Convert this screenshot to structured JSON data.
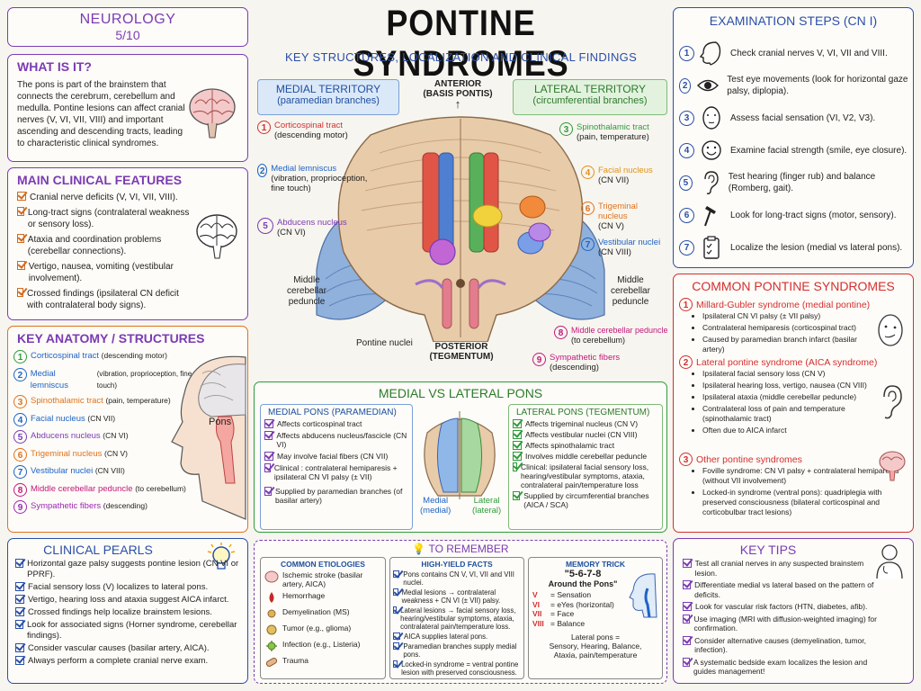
{
  "header": {
    "badge_line1": "NEUROLOGY",
    "badge_line2": "5/10",
    "title": "PONTINE SYNDROMES",
    "subtitle": "KEY STRUCTURES, LOCALIZATION AND CLINICAL FINDINGS"
  },
  "what_is_it": {
    "title": "WHAT IS IT?",
    "text": "The pons is part of the brainstem that connects the cerebrum, cerebellum and medulla. Pontine lesions can affect cranial nerves (V, VI, VII, VIII) and important ascending and descending tracts, leading to characteristic clinical syndromes."
  },
  "main_features": {
    "title": "MAIN CLINICAL FEATURES",
    "items": [
      "Cranial nerve deficits (V, VI, VII, VIII).",
      "Long-tract signs (contralateral weakness or sensory loss).",
      "Ataxia and coordination problems (cerebellar connections).",
      "Vertigo, nausea, vomiting (vestibular involvement).",
      "Crossed findings (ipsilateral CN deficit with contralateral body signs)."
    ]
  },
  "key_anatomy": {
    "title": "KEY ANATOMY / STRUCTURES",
    "pons_label": "Pons",
    "items": [
      {
        "n": "1",
        "name": "Corticospinal tract",
        "desc": "(descending motor)",
        "color": "#d32f2f"
      },
      {
        "n": "2",
        "name": "Medial lemniscus",
        "desc": "(vibration, proprioception, fine touch)",
        "color": "#1e63c6"
      },
      {
        "n": "3",
        "name": "Spinothalamic tract",
        "desc": "(pain, temperature)",
        "color": "#2e9b3c"
      },
      {
        "n": "4",
        "name": "Facial nucleus",
        "desc": "(CN VII)",
        "color": "#1e63c6"
      },
      {
        "n": "5",
        "name": "Abducens nucleus",
        "desc": "(CN VI)",
        "color": "#7b3bb4"
      },
      {
        "n": "6",
        "name": "Trigeminal nucleus",
        "desc": "(CN V)",
        "color": "#e0721c"
      },
      {
        "n": "7",
        "name": "Vestibular nuclei",
        "desc": "(CN VIII)",
        "color": "#1e63c6"
      },
      {
        "n": "8",
        "name": "Middle cerebellar peduncle",
        "desc": "(to cerebellum)",
        "color": "#c2187a"
      },
      {
        "n": "9",
        "name": "Sympathetic fibers",
        "desc": "(descending)",
        "color": "#9c27b0"
      }
    ]
  },
  "pons_figure": {
    "anterior": "ANTERIOR",
    "anterior_sub": "(BASIS PONTIS)",
    "posterior": "POSTERIOR",
    "posterior_sub": "(TEGMENTUM)",
    "medial_title": "MEDIAL TERRITORY",
    "medial_sub": "(paramedian branches)",
    "lateral_title": "LATERAL TERRITORY",
    "lateral_sub": "(circumferential branches)",
    "left_labels": [
      {
        "n": "1",
        "name": "Corticospinal tract",
        "desc": "(descending motor)",
        "color": "#d32f2f"
      },
      {
        "n": "2",
        "name": "Medial lemniscus",
        "desc": "(vibration, proprioception, fine touch)",
        "color": "#1e63c6"
      },
      {
        "n": "5",
        "name": "Abducens nucleus",
        "desc": "(CN VI)",
        "color": "#7b3bb4"
      }
    ],
    "right_labels": [
      {
        "n": "3",
        "name": "Spinothalamic tract",
        "desc": "(pain, temperature)",
        "color": "#2e9b3c"
      },
      {
        "n": "4",
        "name": "Facial nucleus",
        "desc": "(CN VII)",
        "color": "#e0921c"
      },
      {
        "n": "6",
        "name": "Trigeminal nucleus",
        "desc": "(CN V)",
        "color": "#e0721c"
      },
      {
        "n": "7",
        "name": "Vestibular nuclei",
        "desc": "(CN VIII)",
        "color": "#1e63c6"
      }
    ],
    "bottom_labels": [
      {
        "n": "8",
        "name": "Middle cerebellar peduncle",
        "desc": "(to cerebellum)",
        "color": "#c2187a"
      },
      {
        "n": "9",
        "name": "Sympathetic fibers",
        "desc": "(descending)",
        "color": "#c2187a"
      }
    ],
    "mcp_left": "Middle cerebellar peduncle",
    "mcp_right": "Middle cerebellar peduncle",
    "pontine_nuclei": "Pontine nuclei"
  },
  "medial_vs_lateral": {
    "title": "MEDIAL VS LATERAL PONS",
    "medial_title": "MEDIAL PONS (PARAMEDIAN)",
    "medial_items": [
      "Affects corticospinal tract",
      "Affects abducens nucleus/fascicle (CN VI)",
      "May involve facial fibers (CN VII)",
      "Clinical : contralateral hemiparesis + ipsilateral CN VI palsy (± VII)",
      "Supplied by paramedian branches (of basilar artery)"
    ],
    "lateral_title": "LATERAL PONS (TEGMENTUM)",
    "lateral_items": [
      "Affects trigeminal nucleus (CN V)",
      "Affects vestibular nuclei (CN VIII)",
      "Affects spinothalamic tract",
      "Involves middle cerebellar peduncle",
      "Clinical: ipsilateral facial sensory loss, hearing/vestibular symptoms, ataxia, contralateral pain/temperature loss",
      "Supplied by circumferential branches (AICA / SCA)"
    ],
    "medial_label": "Medial",
    "medial_label_sub": "(medial)",
    "lateral_label": "Lateral",
    "lateral_label_sub": "(lateral)"
  },
  "exam_steps": {
    "title": "EXAMINATION STEPS (CN I)",
    "items": [
      {
        "n": "1",
        "text": "Check cranial nerves V, VI, VII and VIII.",
        "icon": "head-profile-icon"
      },
      {
        "n": "2",
        "text": "Test eye movements (look for horizontal gaze palsy, diplopia).",
        "icon": "eye-icon"
      },
      {
        "n": "3",
        "text": "Assess facial sensation (VI, V2, V3).",
        "icon": "face-icon"
      },
      {
        "n": "4",
        "text": "Examine facial strength (smile, eye closure).",
        "icon": "smile-icon"
      },
      {
        "n": "5",
        "text": "Test hearing (finger rub) and balance (Romberg, gait).",
        "icon": "ear-icon"
      },
      {
        "n": "6",
        "text": "Look for long-tract signs (motor, sensory).",
        "icon": "reflex-hammer-icon"
      },
      {
        "n": "7",
        "text": "Localize the lesion (medial vs lateral pons).",
        "icon": "clipboard-icon"
      }
    ]
  },
  "syndromes": {
    "title": "COMMON PONTINE SYNDROMES",
    "s1_title": "Millard-Gubler syndrome (medial pontine)",
    "s1_items": [
      "Ipsilateral CN VI palsy (± VII palsy)",
      "Contralateral hemiparesis (corticospinal tract)",
      "Caused by paramedian branch infarct (basilar artery)"
    ],
    "s2_title": "Lateral pontine syndrome (AICA syndrome)",
    "s2_items": [
      "Ipsilateral facial sensory loss (CN V)",
      "Ipsilateral hearing loss, vertigo, nausea (CN VIII)",
      "Ipsilateral ataxia (middle cerebellar peduncle)",
      "Contralateral loss of pain and temperature (spinothalamic tract)",
      "Often due to AICA infarct"
    ],
    "s3_title": "Other pontine syndromes",
    "s3_items": [
      "Foville syndrome: CN VI palsy + contralateral hemiparesis (without VII involvement)",
      "Locked-in syndrome (ventral pons): quadriplegia with preserved consciousness (bilateral corticospinal and corticobulbar tract lesions)"
    ]
  },
  "pearls": {
    "title": "CLINICAL PEARLS",
    "items": [
      "Horizontal gaze palsy suggests pontine lesion (CN VI or PPRF).",
      "Facial sensory loss (V) localizes to lateral pons.",
      "Vertigo, hearing loss and ataxia suggest AICA infarct.",
      "Crossed findings help localize brainstem lesions.",
      "Look for associated signs (Horner syndrome, cerebellar findings).",
      "Consider vascular causes (basilar artery, AICA).",
      "Always perform a complete cranial nerve exam."
    ]
  },
  "remember": {
    "title": "TO REMEMBER",
    "etiologies_title": "COMMON ETIOLOGIES",
    "etiologies": [
      {
        "text": "Ischemic stroke (basilar artery, AICA)",
        "icon": "brain-icon"
      },
      {
        "text": "Hemorrhage",
        "icon": "blood-drop-icon"
      },
      {
        "text": "Demyelination (MS)",
        "icon": "neuron-icon"
      },
      {
        "text": "Tumor (e.g., glioma)",
        "icon": "tumor-icon"
      },
      {
        "text": "Infection (e.g., Listeria)",
        "icon": "virus-icon"
      },
      {
        "text": "Trauma",
        "icon": "bandage-icon"
      }
    ],
    "facts_title": "HIGH-YIELD FACTS",
    "facts": [
      "Pons contains CN V, VI, VII and VIII nuclei.",
      "Medial lesions → contralateral weakness + CN VI (± VII) palsy.",
      "Lateral lesions → facial sensory loss, hearing/vestibular symptoms, ataxia, contralateral pain/temperature loss.",
      "AICA supplies lateral pons.",
      "Paramedian branches supply medial pons.",
      "Locked-in syndrome = ventral pontine lesion with preserved consciousness."
    ],
    "memory_title": "MEMORY TRICK",
    "memory_code": "\"5-6-7-8",
    "memory_sub": "Around the Pons\"",
    "memory_items": [
      {
        "k": "V",
        "v": "= Sensation"
      },
      {
        "k": "VI",
        "v": "= eYes (horizontal)"
      },
      {
        "k": "VII",
        "v": "= Face"
      },
      {
        "k": "VIII",
        "v": "= Balance"
      }
    ],
    "memory_footer_1": "Lateral pons =",
    "memory_footer_2": "Sensory, Hearing, Balance,",
    "memory_footer_3": "Ataxia, pain/temperature"
  },
  "key_tips": {
    "title": "KEY TIPS",
    "items": [
      "Test all cranial nerves in any suspected brainstem lesion.",
      "Differentiate medial vs lateral based on the pattern of deficits.",
      "Look for vascular risk factors (HTN, diabetes, afib).",
      "Use imaging (MRI with diffusion-weighted imaging) for confirmation.",
      "Consider alternative causes (demyelination, tumor, infection).",
      "A systematic bedside exam localizes the lesion and guides management!"
    ]
  },
  "colors": {
    "purple": "#7b3bb4",
    "blue": "#2a4fa8",
    "orange": "#d06a1d",
    "red": "#d32f2f",
    "green": "#2e9b3c"
  }
}
